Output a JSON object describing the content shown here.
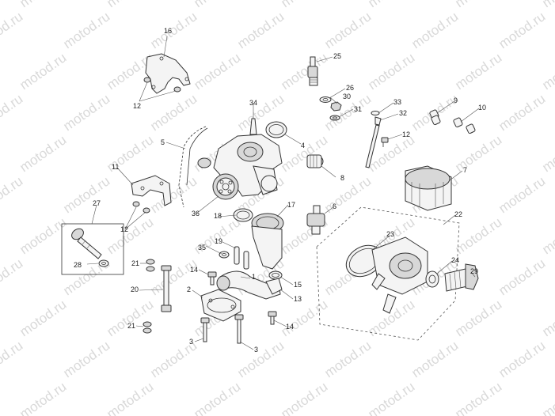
{
  "watermark": "motod.ru",
  "callouts": [
    {
      "id": "c16",
      "text": "16"
    },
    {
      "id": "c12a",
      "text": "12"
    },
    {
      "id": "c25",
      "text": "25"
    },
    {
      "id": "c26",
      "text": "26"
    },
    {
      "id": "c30",
      "text": "30"
    },
    {
      "id": "c31",
      "text": "31"
    },
    {
      "id": "c33",
      "text": "33"
    },
    {
      "id": "c32",
      "text": "32"
    },
    {
      "id": "c12b",
      "text": "12"
    },
    {
      "id": "c9",
      "text": "9"
    },
    {
      "id": "c10",
      "text": "10"
    },
    {
      "id": "c34",
      "text": "34"
    },
    {
      "id": "c4",
      "text": "4"
    },
    {
      "id": "c5",
      "text": "5"
    },
    {
      "id": "c8",
      "text": "8"
    },
    {
      "id": "c7",
      "text": "7"
    },
    {
      "id": "c11",
      "text": "11"
    },
    {
      "id": "c27",
      "text": "27"
    },
    {
      "id": "c12c",
      "text": "12"
    },
    {
      "id": "c36",
      "text": "36"
    },
    {
      "id": "c18",
      "text": "18"
    },
    {
      "id": "c17",
      "text": "17"
    },
    {
      "id": "c6",
      "text": "6"
    },
    {
      "id": "c22",
      "text": "22"
    },
    {
      "id": "c28",
      "text": "28"
    },
    {
      "id": "c19",
      "text": "19"
    },
    {
      "id": "c35",
      "text": "35"
    },
    {
      "id": "c23",
      "text": "23"
    },
    {
      "id": "c24",
      "text": "24"
    },
    {
      "id": "c29",
      "text": "29"
    },
    {
      "id": "c21a",
      "text": "21"
    },
    {
      "id": "c14a",
      "text": "14"
    },
    {
      "id": "c1",
      "text": "1"
    },
    {
      "id": "c15",
      "text": "15"
    },
    {
      "id": "c20",
      "text": "20"
    },
    {
      "id": "c2",
      "text": "2"
    },
    {
      "id": "c13",
      "text": "13"
    },
    {
      "id": "c21b",
      "text": "21"
    },
    {
      "id": "c14b",
      "text": "14"
    },
    {
      "id": "c3a",
      "text": "3"
    },
    {
      "id": "c3b",
      "text": "3"
    }
  ]
}
